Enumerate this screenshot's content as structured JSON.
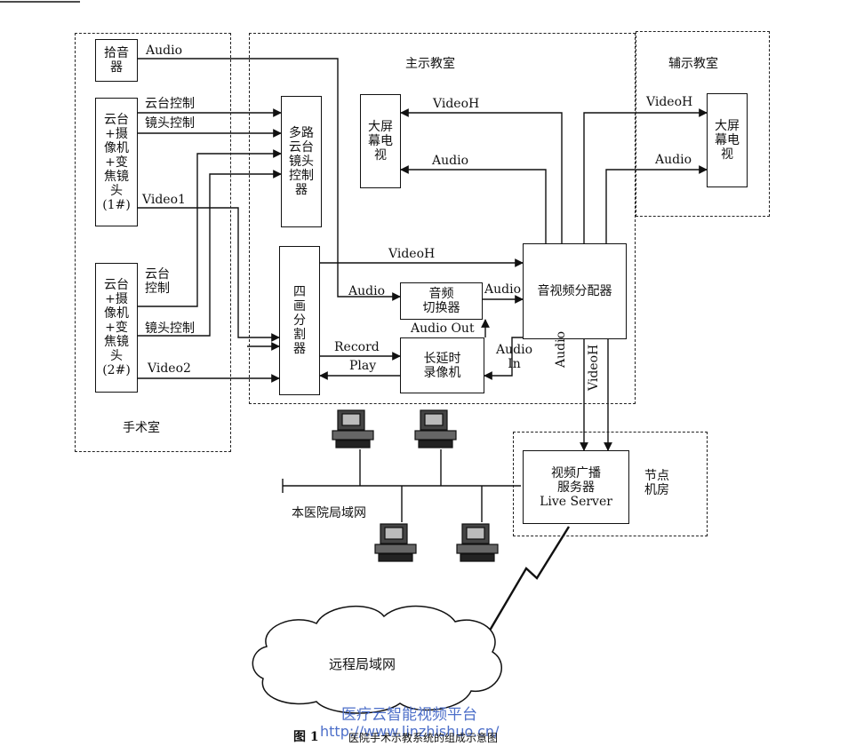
{
  "regions": {
    "or_room": "手术室",
    "main_classroom": "主示教室",
    "aux_classroom": "辅示教室",
    "node_room": "节点\n机房"
  },
  "boxes": {
    "pickup": "拾音\n器",
    "camera1": "云台\n+摄\n像机\n+变\n焦镜\n头\n(1#)",
    "camera2": "云台\n+摄\n像机\n+变\n焦镜\n头\n(2#)",
    "ptz_controller": "多路\n云台\n镜头\n控制\n器",
    "quad_splitter": "四\n画\n分\n割\n器",
    "audio_switcher": "音频\n切换器",
    "long_recorder": "长延时\n录像机",
    "av_distributor": "音视频分配器",
    "screen_main": "大屏\n幕电\n视",
    "screen_aux": "大屏\n幕电\n视",
    "live_server": "视频广播\n服务器\nLive Server"
  },
  "signals": {
    "audio_top": "Audio",
    "ptz_ctrl_1": "云台控制",
    "lens_ctrl_1": "镜头控制",
    "video1": "Video1",
    "ptz_ctrl_2": "云台\n控制",
    "lens_ctrl_2": "镜头控制",
    "video2": "Video2",
    "videoh_main": "VideoH",
    "audio_main": "Audio",
    "videoh_aux": "VideoH",
    "audio_aux": "Audio",
    "videoh_quad": "VideoH",
    "audio_in_switcher": "Audio",
    "audio_out_switcher": "Audio",
    "audio_out": "Audio Out",
    "record": "Record",
    "play": "Play",
    "audio_in": "Audio\nIn",
    "audio_vertical": "Audio",
    "videoh_vertical": "VideoH"
  },
  "network": {
    "hospital_lan": "本医院局域网",
    "remote_lan": "远程局域网"
  },
  "caption": {
    "figure_no": "图 1",
    "text": "医院手术示教系统的组成示意图"
  },
  "watermark": {
    "line1": "医疗云智能视频平台",
    "line2": "http://www.linzhishuo.cn/"
  }
}
